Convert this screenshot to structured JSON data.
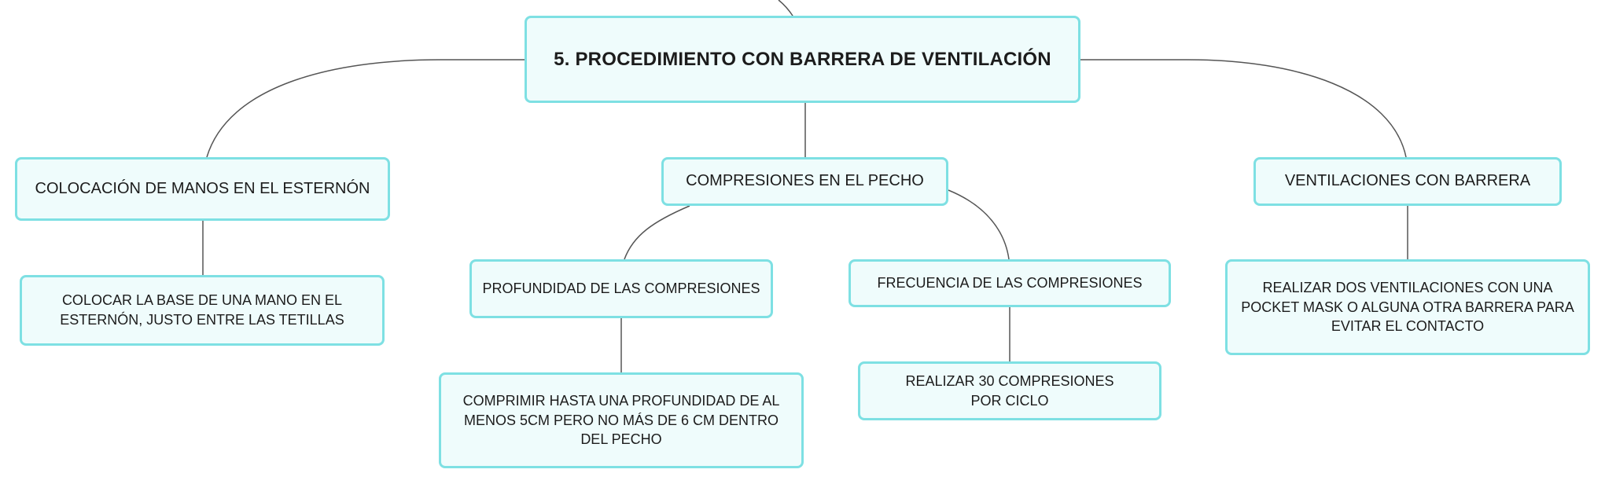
{
  "diagram": {
    "root": {
      "label": "5. PROCEDIMIENTO CON BARRERA DE VENTILACIÓN"
    },
    "hands": {
      "label": "COLOCACIÓN DE MANOS EN EL ESTERNÓN",
      "detail": "COLOCAR LA BASE DE UNA MANO EN EL ESTERNÓN, JUSTO ENTRE LAS TETILLAS"
    },
    "compressions": {
      "label": "COMPRESIONES EN EL PECHO",
      "depth": {
        "label": "PROFUNDIDAD DE LAS COMPRESIONES",
        "detail": "COMPRIMIR HASTA UNA PROFUNDIDAD DE AL MENOS 5CM PERO NO MÁS DE 6 CM DENTRO DEL PECHO"
      },
      "frequency": {
        "label": "FRECUENCIA DE LAS COMPRESIONES",
        "detail": "REALIZAR 30 COMPRESIONES POR CICLO"
      }
    },
    "ventilation": {
      "label": "VENTILACIONES CON BARRERA",
      "detail": "REALIZAR DOS VENTILACIONES CON UNA POCKET MASK O ALGUNA OTRA BARRERA PARA EVITAR EL CONTACTO"
    }
  },
  "colors": {
    "node_border": "#7ee0e3",
    "node_fill": "#effcfc",
    "text": "#1c1c1c",
    "connector": "#555555"
  }
}
